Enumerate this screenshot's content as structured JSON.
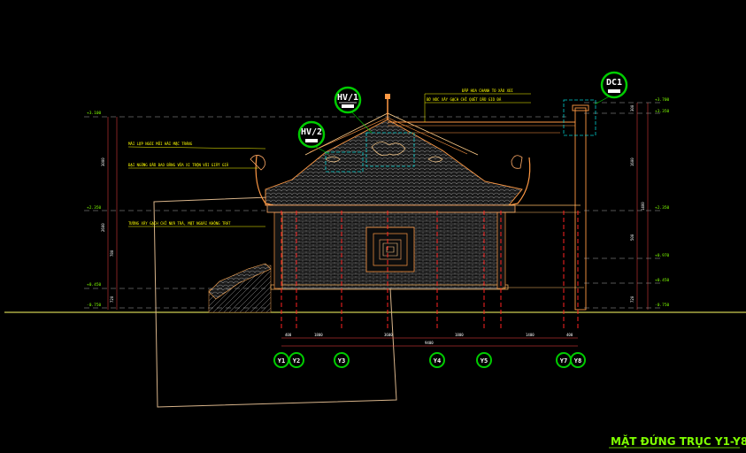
{
  "drawing": {
    "title": "MẶT ĐỨNG TRỤC Y1-Y8",
    "callouts": {
      "hv1": "HV/1",
      "hv2": "HV/2",
      "dc1": "DC1"
    },
    "axes": [
      "Y1",
      "Y2",
      "Y3",
      "Y4",
      "Y5",
      "Y7",
      "Y8"
    ],
    "notes": {
      "roof_top_1": "ĐẮP HOA CHANH TO XÀO XÚI",
      "roof_top_2": "BỜ NÓC XÂY GẠCH CHỈ QUÉT DẦU GIÓ ĐÁ",
      "left_1": "MÁI LỢP NGÓI MŨI HÀI MẶC TRÁNG",
      "left_2": "ĐẠI NGỖNG ĐẦU ĐAO BẰNG VỮA XI TRỘN VÔI GIẤY GIẢ",
      "left_3": "TƯỜNG XÂY GẠCH CHỈ NỬA TRÁ, MẶT NGOÀI KHÔNG TRÁT"
    },
    "levels_left": [
      "+3.100",
      "+2.350",
      "+0.450",
      "-0.750"
    ],
    "levels_right": [
      "+3.700",
      "+3.350",
      "+2.350",
      "+0.970",
      "+0.450",
      "-0.750"
    ],
    "dims_left": [
      "3000",
      "2600",
      "780",
      "720"
    ],
    "dims_right": [
      "300",
      "1600",
      "1400",
      "500",
      "720"
    ],
    "dims_bottom": [
      "400",
      "1800",
      "3600",
      "1800",
      "1400",
      "400"
    ],
    "dim_total": "9400",
    "colors": {
      "background": "#000000",
      "roof_outline": "#ff8c00",
      "wall_grid": "#9a9a9a",
      "column": "#ff0000",
      "callout_ring": "#00cc00",
      "detail_box": "#00cccc",
      "text_note": "#ffff00",
      "title": "#7fff00"
    }
  }
}
